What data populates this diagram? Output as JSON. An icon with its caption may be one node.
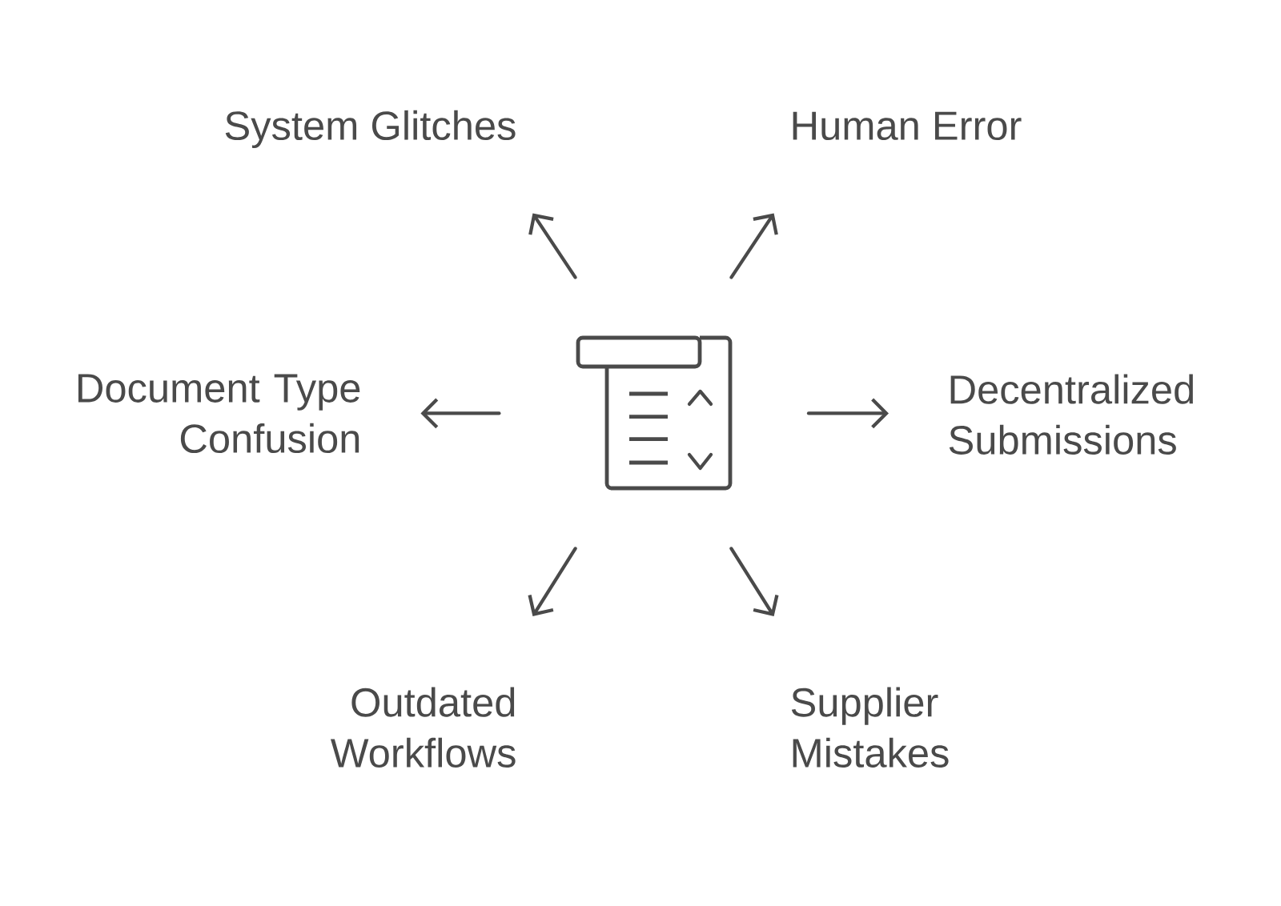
{
  "diagram": {
    "nodes": [
      {
        "text": [
          "System Glitches"
        ]
      },
      {
        "text": [
          "Human Error"
        ]
      },
      {
        "text": [
          "Document Type Confusion"
        ]
      },
      {
        "text": [],
        "shape": "picture"
      },
      {
        "text": [
          "Decentralized Submissions"
        ]
      },
      {
        "text": [
          "Outdated Workflows"
        ]
      },
      {
        "text": [
          "Supplier Mistakes"
        ]
      }
    ],
    "edges": [
      {
        "from": 3,
        "to": 0,
        "arrow": "to"
      },
      {
        "from": 3,
        "to": 1,
        "arrow": "to"
      },
      {
        "from": 3,
        "to": 2,
        "arrow": "to"
      },
      {
        "from": 3,
        "to": 4,
        "arrow": "to"
      },
      {
        "from": 3,
        "to": 5,
        "arrow": "to"
      },
      {
        "from": 3,
        "to": 6,
        "arrow": "to"
      }
    ]
  }
}
